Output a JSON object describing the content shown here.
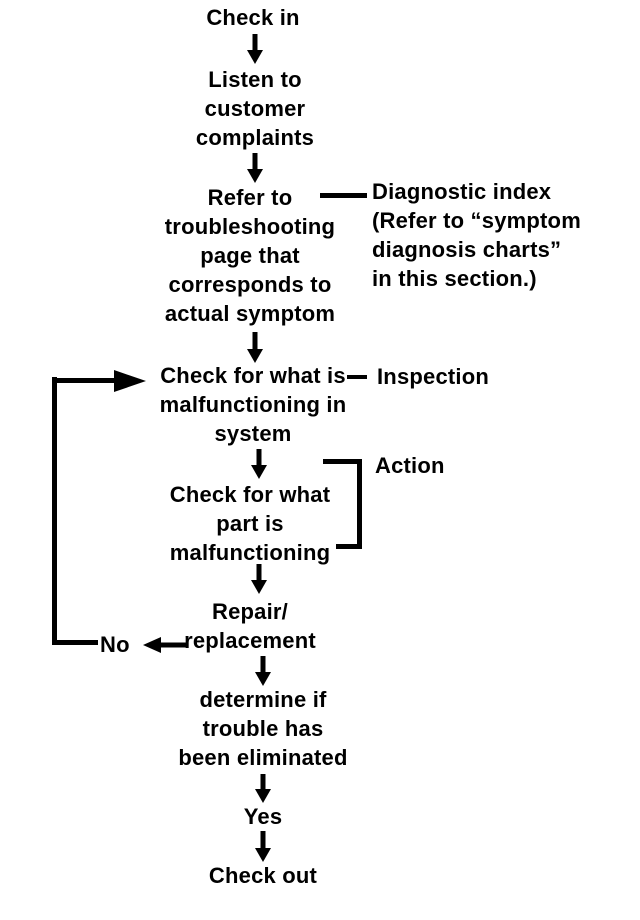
{
  "flowchart": {
    "colors": {
      "background": "#ffffff",
      "ink": "#000000"
    },
    "nodes": {
      "check_in": {
        "lines": [
          "Check in"
        ]
      },
      "listen": {
        "lines": [
          "Listen to",
          "customer",
          "complaints"
        ]
      },
      "refer": {
        "lines": [
          "Refer to",
          "troubleshooting",
          "page that",
          "corresponds to",
          "actual symptom"
        ]
      },
      "check_system": {
        "lines": [
          "Check for what is",
          "malfunctioning in",
          "system"
        ]
      },
      "check_part": {
        "lines": [
          "Check for what",
          "part is",
          "malfunctioning"
        ]
      },
      "repair": {
        "lines": [
          "Repair/",
          "replacement"
        ]
      },
      "determine": {
        "lines": [
          "determine if",
          "trouble has",
          "been eliminated"
        ]
      },
      "yes_label": {
        "lines": [
          "Yes"
        ]
      },
      "check_out": {
        "lines": [
          "Check out"
        ]
      }
    },
    "annotations": {
      "diagnostic_index": {
        "lines": [
          "Diagnostic index",
          "(Refer to “symptom",
          "diagnosis charts”",
          "in this section.)"
        ]
      },
      "inspection": {
        "label": "Inspection"
      },
      "action": {
        "label": "Action"
      },
      "no_label": {
        "label": "No"
      }
    }
  }
}
